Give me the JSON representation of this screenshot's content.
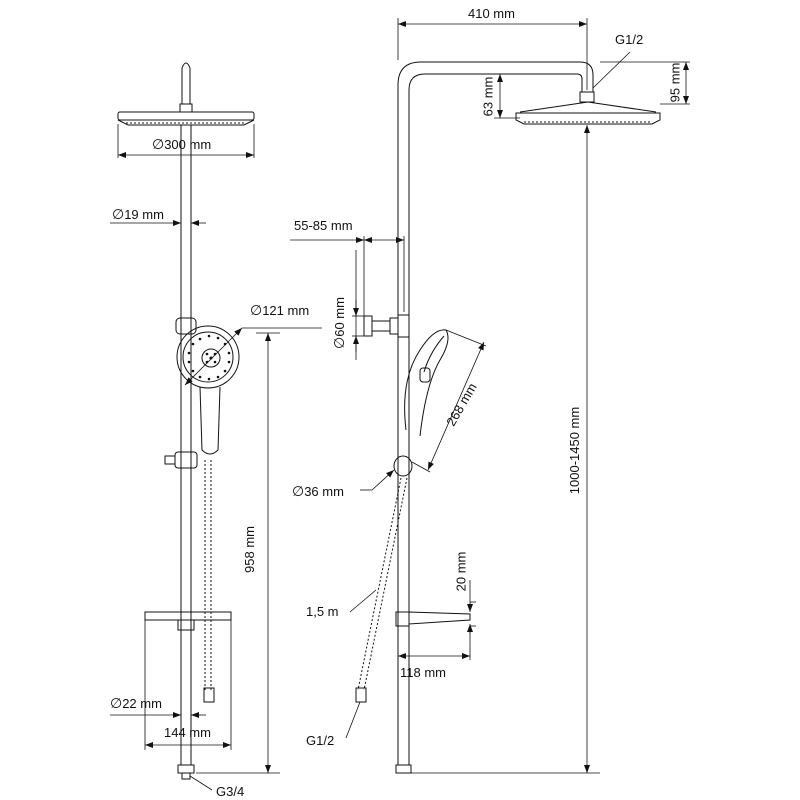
{
  "labels": {
    "head_diameter": "300 mm",
    "pipe_diameter": "19 mm",
    "hand_shower_diameter": "121 mm",
    "riser_height": "958 mm",
    "lower_pipe_diameter": "22 mm",
    "shelf_width": "144 mm",
    "inlet_thread": "G3/4",
    "arm_length": "410 mm",
    "head_thread": "G1/2",
    "head_drop": "95 mm",
    "head_offset": "63 mm",
    "wall_distance": "55-85 mm",
    "bracket_diameter": "60 mm",
    "hand_shower_length": "268 mm",
    "slider_diameter": "36 mm",
    "total_height": "1000-1450 mm",
    "shelf_height": "20 mm",
    "hose_length": "1,5 m",
    "shelf_depth": "118 mm",
    "hose_thread": "G1/2"
  },
  "symbols": {
    "diameter": "∅"
  }
}
